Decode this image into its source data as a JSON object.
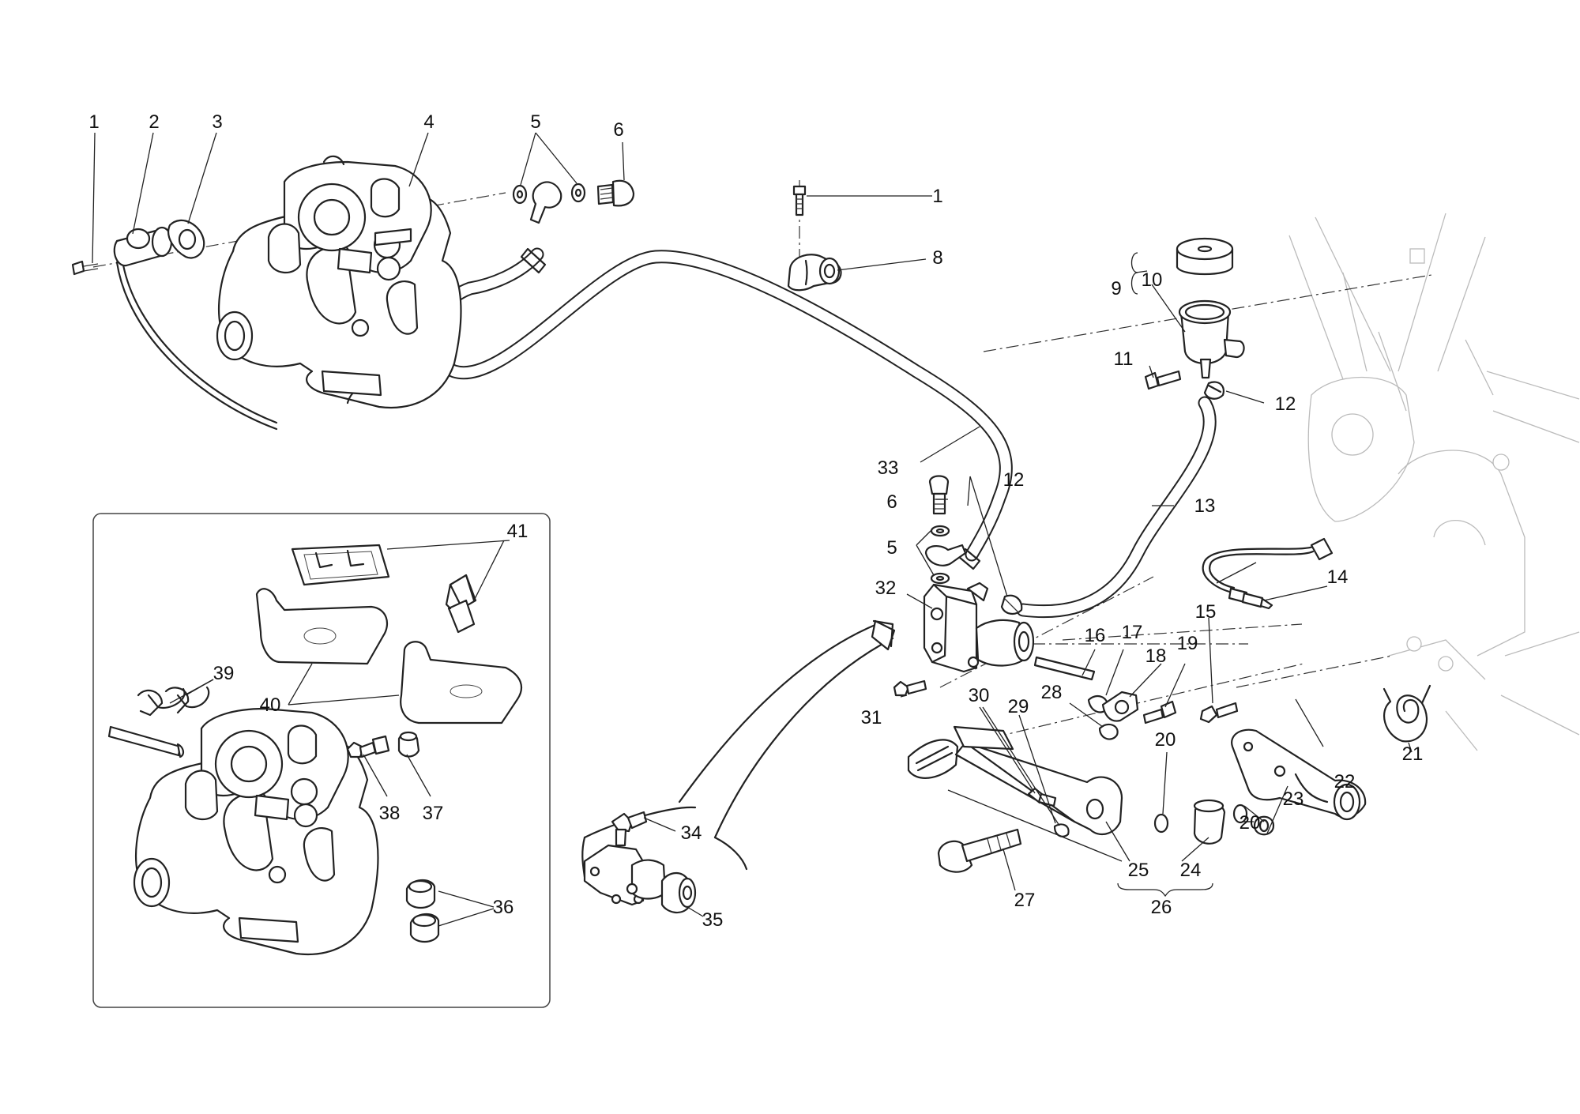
{
  "callouts": [
    {
      "id": "c1a",
      "text": "1"
    },
    {
      "id": "c2",
      "text": "2"
    },
    {
      "id": "c3",
      "text": "3"
    },
    {
      "id": "c4",
      "text": "4"
    },
    {
      "id": "c5a",
      "text": "5"
    },
    {
      "id": "c6a",
      "text": "6"
    },
    {
      "id": "c1b",
      "text": "1"
    },
    {
      "id": "c8",
      "text": "8"
    },
    {
      "id": "c9",
      "text": "9"
    },
    {
      "id": "c10",
      "text": "10"
    },
    {
      "id": "c11",
      "text": "11"
    },
    {
      "id": "c12a",
      "text": "12"
    },
    {
      "id": "c33",
      "text": "33"
    },
    {
      "id": "c6b",
      "text": "6"
    },
    {
      "id": "c12b",
      "text": "12"
    },
    {
      "id": "c13",
      "text": "13"
    },
    {
      "id": "c5b",
      "text": "5"
    },
    {
      "id": "c14",
      "text": "14"
    },
    {
      "id": "c32",
      "text": "32"
    },
    {
      "id": "c15",
      "text": "15"
    },
    {
      "id": "c16",
      "text": "16"
    },
    {
      "id": "c17",
      "text": "17"
    },
    {
      "id": "c18",
      "text": "18"
    },
    {
      "id": "c19",
      "text": "19"
    },
    {
      "id": "c28",
      "text": "28"
    },
    {
      "id": "c30",
      "text": "30"
    },
    {
      "id": "c29",
      "text": "29"
    },
    {
      "id": "c31",
      "text": "31"
    },
    {
      "id": "c20a",
      "text": "20"
    },
    {
      "id": "c22",
      "text": "22"
    },
    {
      "id": "c21",
      "text": "21"
    },
    {
      "id": "c23",
      "text": "23"
    },
    {
      "id": "c20b",
      "text": "20"
    },
    {
      "id": "c25",
      "text": "25"
    },
    {
      "id": "c24",
      "text": "24"
    },
    {
      "id": "c26",
      "text": "26"
    },
    {
      "id": "c27",
      "text": "27"
    },
    {
      "id": "c34",
      "text": "34"
    },
    {
      "id": "c35",
      "text": "35"
    },
    {
      "id": "c41",
      "text": "41"
    },
    {
      "id": "c39",
      "text": "39"
    },
    {
      "id": "c40",
      "text": "40"
    },
    {
      "id": "c38",
      "text": "38"
    },
    {
      "id": "c37",
      "text": "37"
    },
    {
      "id": "c36",
      "text": "36"
    }
  ]
}
